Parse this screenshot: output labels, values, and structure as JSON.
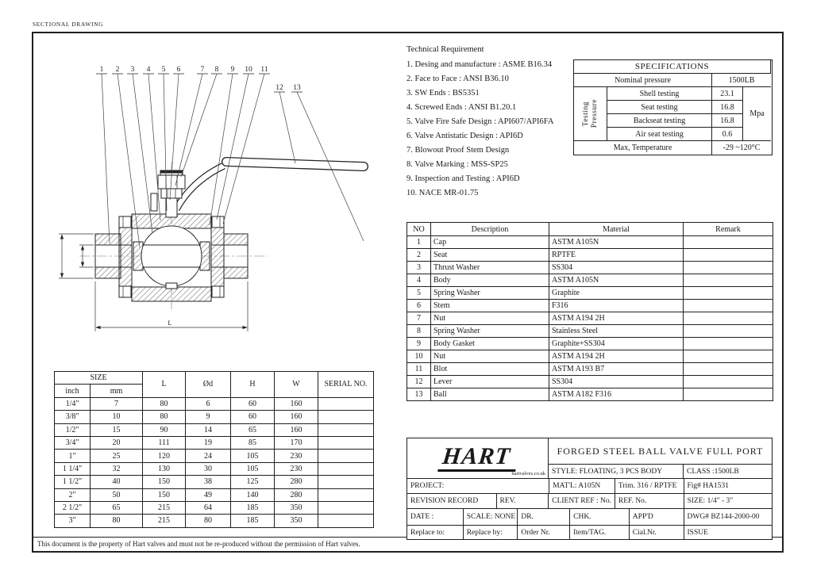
{
  "sheet": {
    "corner_label": "SECTIONAL DRAWING",
    "footer_note": "This document is the property of Hart valves and must not be re-produced without the permission of Hart valves.",
    "line_color": "#1f1f1f"
  },
  "technical_requirements": {
    "title": "Technical Requirement",
    "items": [
      "1. Desing and manufacture : ASME B16.34",
      "2. Face to Face : ANSI B36.10",
      "3. SW Ends : BS5351",
      "4. Screwed Ends : ANSI B1.20.1",
      "5. Valve Fire Safe Design : API607/API6FA",
      "6. Valve Antistatic Design : API6D",
      "7. Blowout Proof Stem Design",
      "8. Valve Marking : MSS-SP25",
      "9. Inspection and Testing : API6D",
      "10. NACE MR-01.75"
    ]
  },
  "specifications": {
    "title": "SPECIFICATIONS",
    "nominal_pressure_label": "Nominal pressure",
    "nominal_pressure_value": "1500LB",
    "testing_pressure_word1": "Testing",
    "testing_pressure_word2": "Pressure",
    "tests": [
      {
        "label": "Shell testing",
        "value": "23.1"
      },
      {
        "label": "Seat testing",
        "value": "16.8"
      },
      {
        "label": "Backseat testing",
        "value": "16.8"
      },
      {
        "label": "Air seat testing",
        "value": "0.6"
      }
    ],
    "unit": "Mpa",
    "max_temperature_label": "Max, Temperature",
    "max_temperature_value": "-29 ~120°C"
  },
  "parts_table": {
    "headers": [
      "NO",
      "Description",
      "Material",
      "Remark"
    ],
    "rows": [
      [
        "1",
        "Cap",
        "ASTM A105N",
        ""
      ],
      [
        "2",
        "Seat",
        "RPTFE",
        ""
      ],
      [
        "3",
        "Thrust Washer",
        "SS304",
        ""
      ],
      [
        "4",
        "Body",
        "ASTM A105N",
        ""
      ],
      [
        "5",
        "Spring Washer",
        "Graphite",
        ""
      ],
      [
        "6",
        "Stem",
        "F316",
        ""
      ],
      [
        "7",
        "Nut",
        "ASTM A194 2H",
        ""
      ],
      [
        "8",
        "Spring Washer",
        "Stainless Steel",
        ""
      ],
      [
        "9",
        "Body Gasket",
        "Graphite+SS304",
        ""
      ],
      [
        "10",
        "Nut",
        "ASTM A194 2H",
        ""
      ],
      [
        "11",
        "Blot",
        "ASTM A193 B7",
        ""
      ],
      [
        "12",
        "Lever",
        "SS304",
        ""
      ],
      [
        "13",
        "Ball",
        "ASTM A182 F316",
        ""
      ]
    ]
  },
  "size_table": {
    "size_header": "SIZE",
    "sub_headers": [
      "inch",
      "mm"
    ],
    "col_headers": [
      "L",
      "Ød",
      "H",
      "W",
      "SERIAL NO."
    ],
    "rows": [
      [
        "1/4\"",
        "7",
        "80",
        "6",
        "60",
        "160",
        ""
      ],
      [
        "3/8\"",
        "10",
        "80",
        "9",
        "60",
        "160",
        ""
      ],
      [
        "1/2\"",
        "15",
        "90",
        "14",
        "65",
        "160",
        ""
      ],
      [
        "3/4\"",
        "20",
        "111",
        "19",
        "85",
        "170",
        ""
      ],
      [
        "1\"",
        "25",
        "120",
        "24",
        "105",
        "230",
        ""
      ],
      [
        "1 1/4\"",
        "32",
        "130",
        "30",
        "105",
        "230",
        ""
      ],
      [
        "1 1/2\"",
        "40",
        "150",
        "38",
        "125",
        "280",
        ""
      ],
      [
        "2\"",
        "50",
        "150",
        "49",
        "140",
        "280",
        ""
      ],
      [
        "2 1/2\"",
        "65",
        "215",
        "64",
        "185",
        "350",
        ""
      ],
      [
        "3\"",
        "80",
        "215",
        "80",
        "185",
        "350",
        ""
      ]
    ]
  },
  "title_block": {
    "logo_text": "HART",
    "logo_subtext": "hartvalves.co.uk",
    "product_title": "FORGED STEEL BALL VALVE FULL PORT",
    "style": "STYLE: FLOATING, 3 PCS BODY",
    "class": "CLASS :1500LB",
    "project": "PROJECT:",
    "matl": "MAT'L: A105N",
    "trim": "Trim. 316 / RPTFE",
    "fig": "Fig# HA1531",
    "revision_record": "REVISION RECORD",
    "rev": "REV.",
    "client_ref": "CLIENT REF : No.",
    "ref_no": "REF. No.",
    "size_range": "SIZE: 1/4\" - 3\"",
    "date": "DATE :",
    "scale": "SCALE: NONE",
    "dr": "DR.",
    "chk": "CHK.",
    "appd": "APP'D",
    "dwg": "DWG#  BZ144-2000-00",
    "replace_to": "Replace to:",
    "replace_by": "Replace by:",
    "order_nr": "Order Nr.",
    "item_tag": "Item/TAG.",
    "cial_nr": "Cial.Nr.",
    "issue": "ISSUE"
  },
  "drawing": {
    "callouts": [
      "1",
      "2",
      "3",
      "4",
      "5",
      "6",
      "7",
      "8",
      "9",
      "10",
      "11",
      "12",
      "13"
    ],
    "dimension_label_length": "L"
  }
}
